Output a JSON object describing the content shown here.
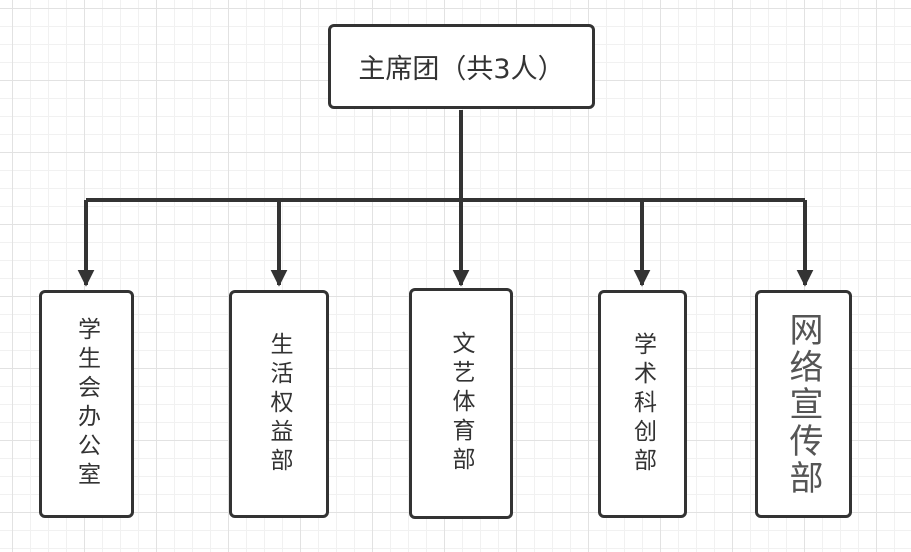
{
  "root": {
    "label": "主席团（共3人）"
  },
  "departments": [
    {
      "label": "学生会办公室"
    },
    {
      "label": "生活权益部"
    },
    {
      "label": "文艺体育部"
    },
    {
      "label": "学术科创部"
    },
    {
      "label": "网络宣传部"
    }
  ],
  "colors": {
    "line": "#333333",
    "border": "#333333",
    "grid": "#e2e2e2"
  }
}
